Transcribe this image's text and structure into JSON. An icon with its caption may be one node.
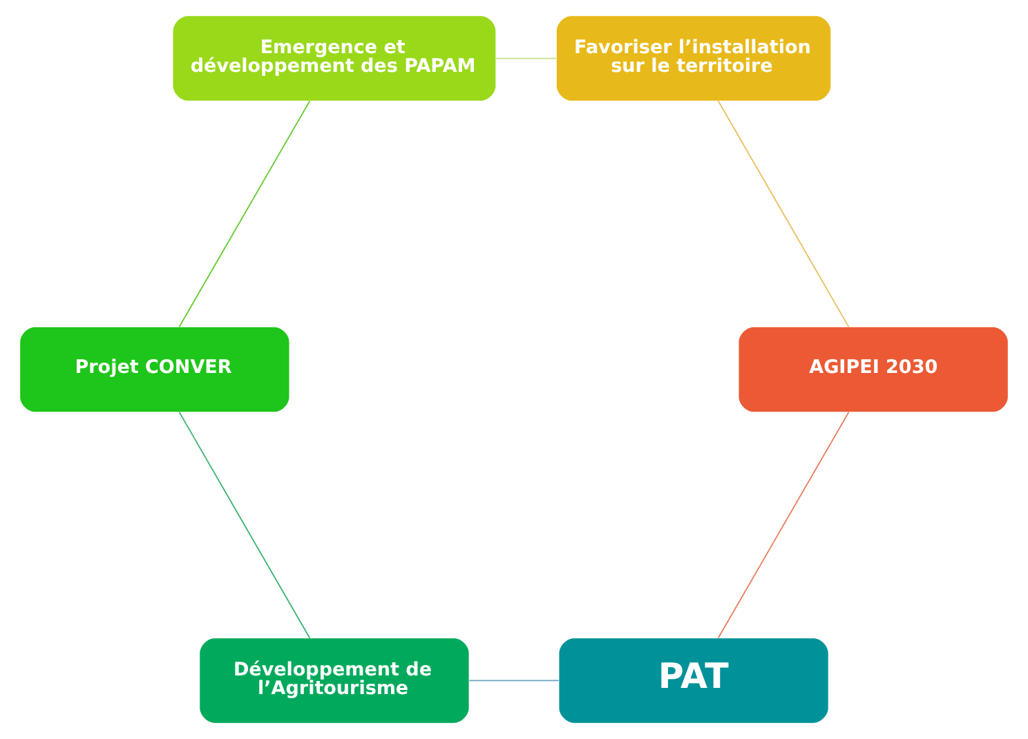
{
  "diagram": {
    "nodes": [
      {
        "text": [
          "PAT"
        ]
      },
      {
        "text": [
          "Développement de l’Agritourisme"
        ]
      },
      {
        "text": [
          "Projet CONVER"
        ]
      },
      {
        "text": [
          "Emergence et développement des PAPAM"
        ]
      },
      {
        "text": [
          "Favoriser l’installation sur le territoire"
        ]
      },
      {
        "text": [
          "AGIPEI 2030"
        ]
      }
    ],
    "edges": [
      {
        "from": 0,
        "to": 1,
        "arrow": "none",
        "color": "#6aa8c0"
      },
      {
        "from": 1,
        "to": 2,
        "arrow": "none",
        "color": "#3cb371"
      },
      {
        "from": 2,
        "to": 3,
        "arrow": "none",
        "color": "#66cc33"
      },
      {
        "from": 3,
        "to": 4,
        "arrow": "none",
        "color": "#c5e08a"
      },
      {
        "from": 4,
        "to": 5,
        "arrow": "none",
        "color": "#e8c060"
      },
      {
        "from": 5,
        "to": 0,
        "arrow": "none",
        "color": "#e88060"
      }
    ]
  }
}
